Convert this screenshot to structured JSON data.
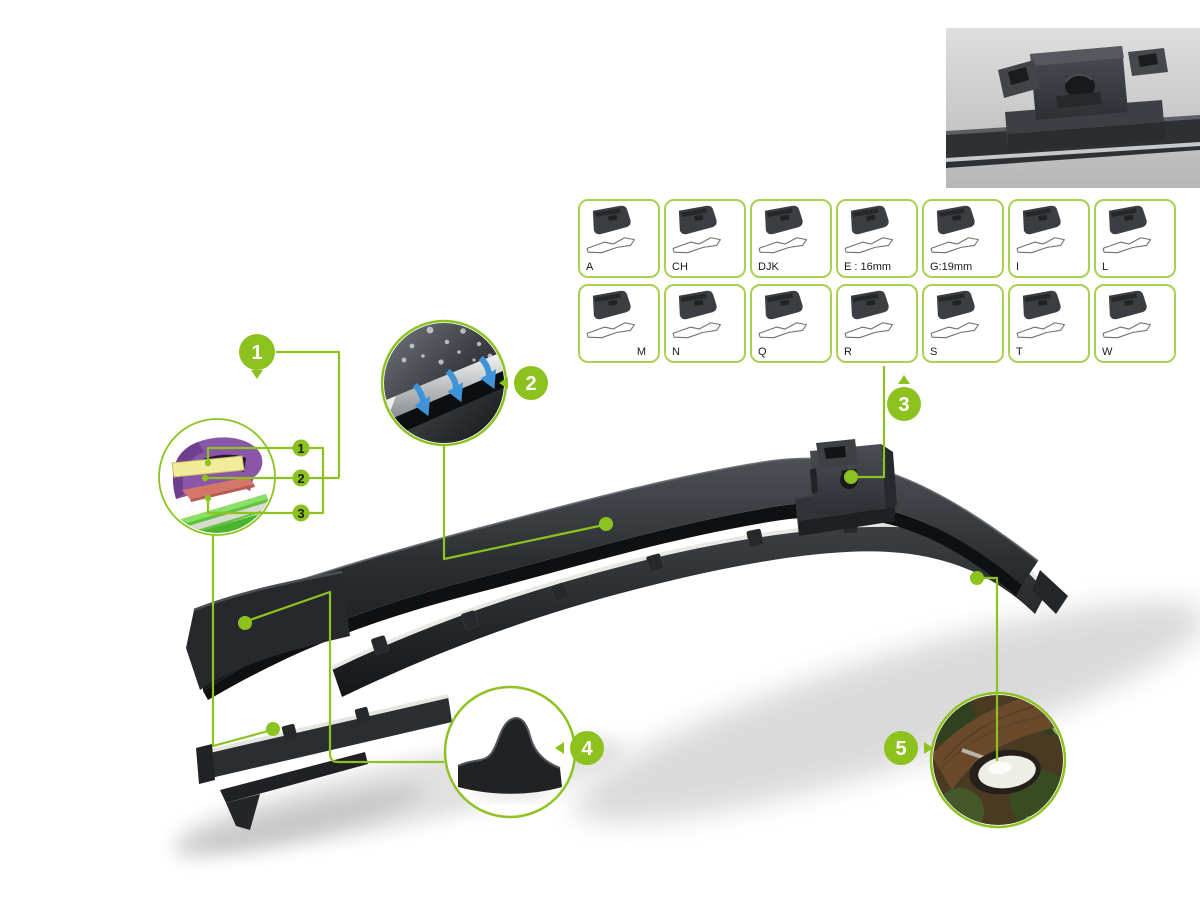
{
  "colors": {
    "accent_green": "#8DC21E",
    "line_green": "#8CC320",
    "tile_border_green": "#A8D152"
  },
  "adapters": {
    "items": [
      {
        "label": "A"
      },
      {
        "label": "CH"
      },
      {
        "label": "DJK"
      },
      {
        "label": "E : 16mm"
      },
      {
        "label": "G:19mm"
      },
      {
        "label": "I"
      },
      {
        "label": "L"
      },
      {
        "label": "M"
      },
      {
        "label": "N"
      },
      {
        "label": "Q"
      },
      {
        "label": "R"
      },
      {
        "label": "S"
      },
      {
        "label": "T"
      },
      {
        "label": "W"
      }
    ]
  },
  "callouts": [
    {
      "number": "1"
    },
    {
      "number": "2"
    },
    {
      "number": "3"
    },
    {
      "number": "4"
    },
    {
      "number": "5"
    }
  ],
  "cross_section_labels": [
    {
      "number": "1"
    },
    {
      "number": "2"
    },
    {
      "number": "3"
    }
  ]
}
